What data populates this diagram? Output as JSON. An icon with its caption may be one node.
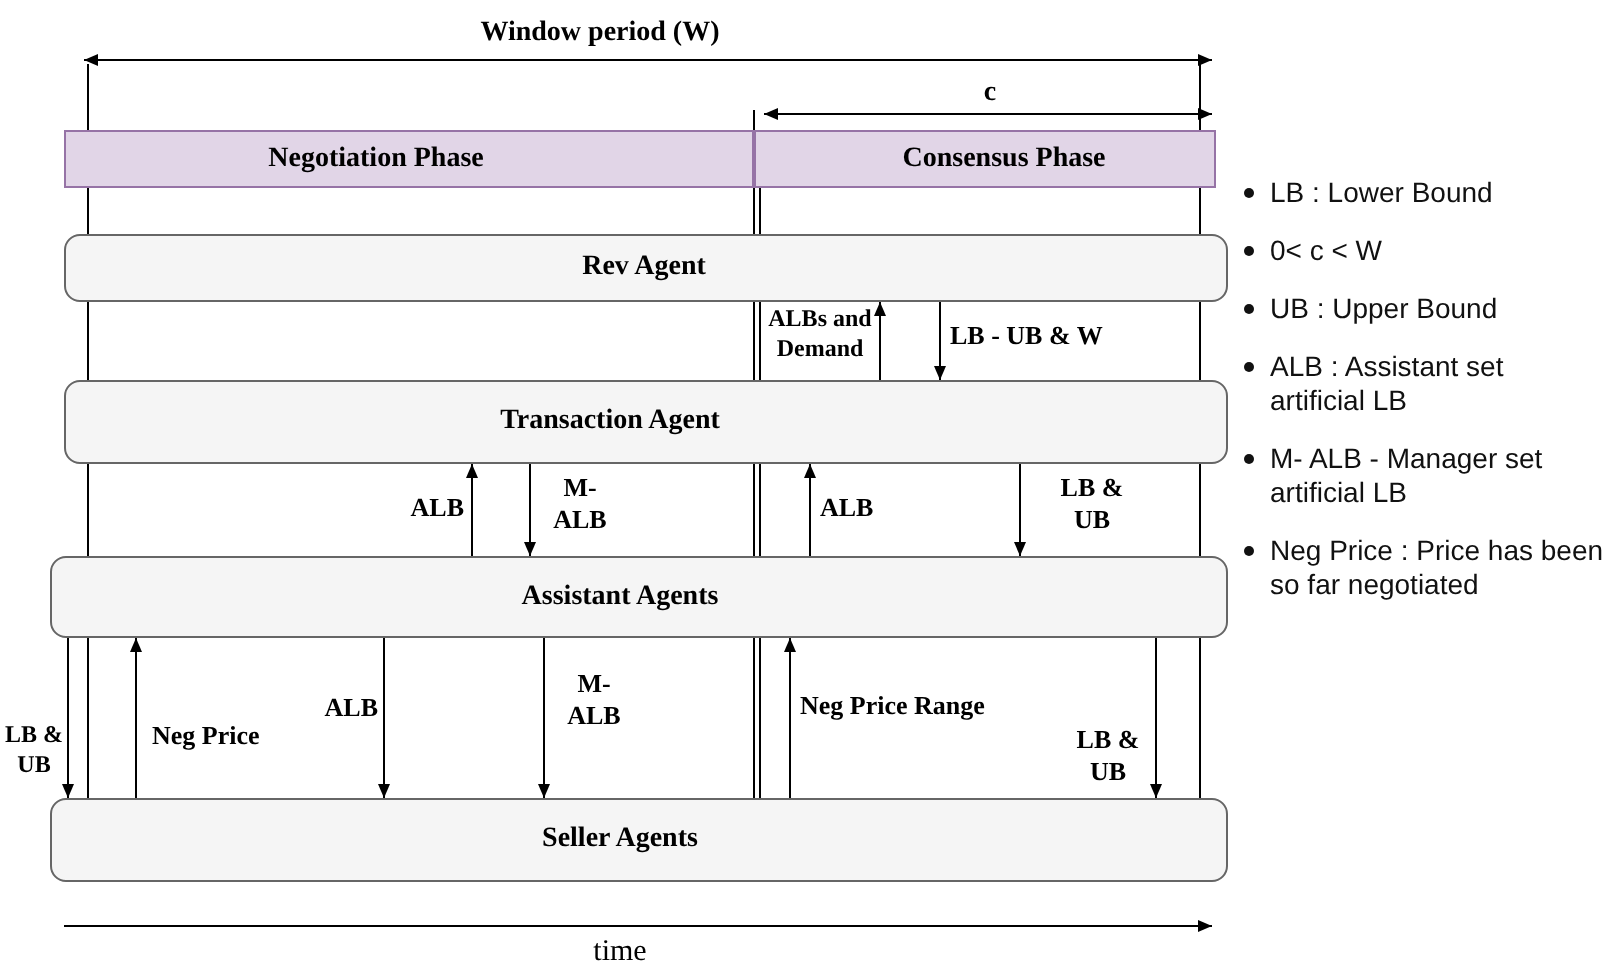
{
  "diagram": {
    "nodes": [
      {
        "text": [
          "Negotiation Phase"
        ]
      },
      {
        "text": [
          "Consensus Phase"
        ]
      },
      {
        "text": [
          "Rev Agent"
        ]
      },
      {
        "text": [
          "Transaction  Agent"
        ]
      },
      {
        "text": [
          "Assistant Agents"
        ]
      },
      {
        "text": [
          "Seller Agents"
        ]
      }
    ],
    "edges": [
      {
        "from": 3,
        "to": 2,
        "arrow": "to",
        "label": "ALBs and Demand"
      },
      {
        "from": 2,
        "to": 3,
        "arrow": "to",
        "label": "LB - UB & W"
      },
      {
        "from": 4,
        "to": 3,
        "arrow": "to",
        "label": "ALB"
      },
      {
        "from": 3,
        "to": 4,
        "arrow": "to",
        "label": "M- ALB"
      },
      {
        "from": 4,
        "to": 3,
        "arrow": "to",
        "label": "ALB"
      },
      {
        "from": 3,
        "to": 4,
        "arrow": "to",
        "label": "LB & UB"
      },
      {
        "from": 4,
        "to": 5,
        "arrow": "to",
        "label": "LB & UB"
      },
      {
        "from": 5,
        "to": 4,
        "arrow": "to",
        "label": "Neg Price"
      },
      {
        "from": 4,
        "to": 5,
        "arrow": "to",
        "label": "ALB"
      },
      {
        "from": 4,
        "to": 5,
        "arrow": "to",
        "label": "M- ALB"
      },
      {
        "from": 5,
        "to": 4,
        "arrow": "to",
        "label": "Neg Price Range"
      },
      {
        "from": 4,
        "to": 5,
        "arrow": "to",
        "label": "LB & UB"
      }
    ],
    "labels": [
      "Window period (W)",
      "c",
      "time",
      "LB : Lower Bound",
      "0< c < W",
      "UB : Upper Bound",
      "ALB : Assistant set artificial LB",
      "M- ALB - Manager set artificial LB",
      "Neg Price : Price has been so far negotiated"
    ]
  }
}
